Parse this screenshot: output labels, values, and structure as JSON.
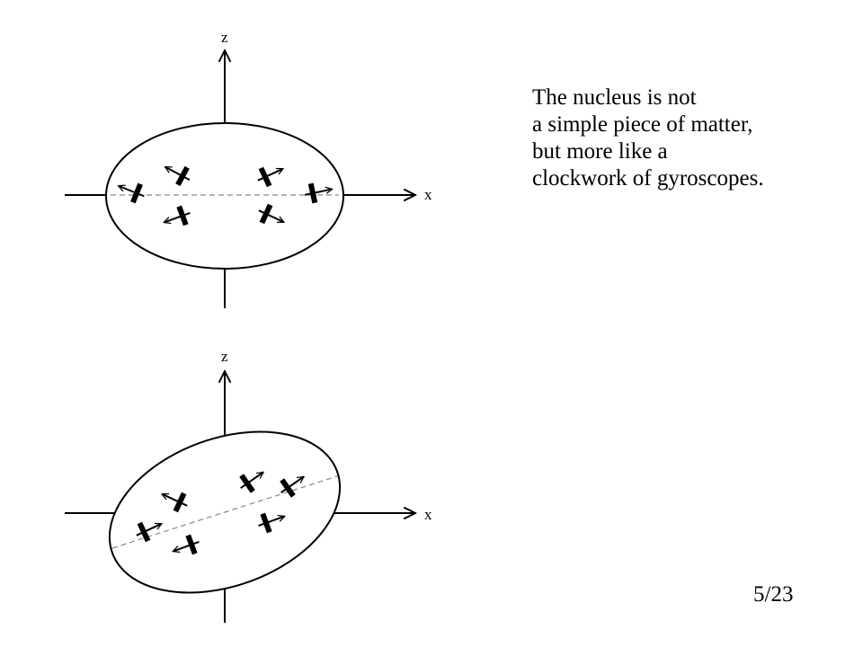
{
  "text": {
    "lines": [
      "The nucleus is not",
      "a simple piece of matter,",
      "but more like a",
      "clockwork of gyroscopes."
    ]
  },
  "page": {
    "number": "5/23"
  },
  "diagrams": [
    {
      "x_label": "x",
      "z_label": "z"
    },
    {
      "x_label": "x",
      "z_label": "z"
    }
  ],
  "colors": {
    "ink": "#000000",
    "axis_dash": "#888888",
    "background": "#ffffff"
  },
  "icons": {
    "gyroscope": "gyroscope-icon"
  }
}
